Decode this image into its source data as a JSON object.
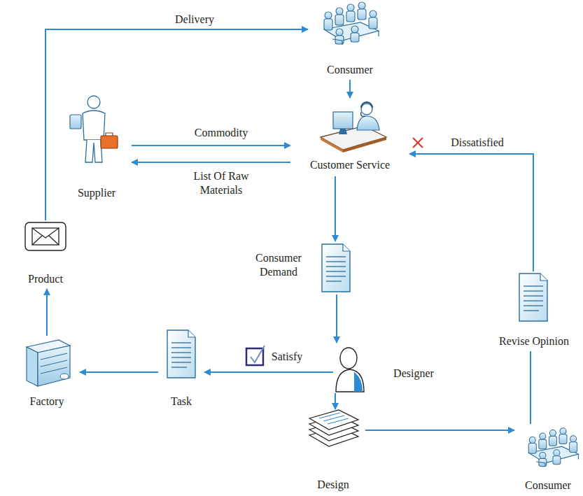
{
  "diagram": {
    "nodes": [
      {
        "text": [
          "Consumer"
        ]
      },
      {
        "text": [
          "Supplier"
        ]
      },
      {
        "text": [
          "Customer Service"
        ]
      },
      {
        "text": [
          "Product"
        ]
      },
      {
        "text": [
          "Consumer Demand"
        ]
      },
      {
        "text": [
          "Revise Opinion"
        ]
      },
      {
        "text": [
          "Designer"
        ]
      },
      {
        "text": [
          "Factory"
        ]
      },
      {
        "text": [
          "Task"
        ]
      },
      {
        "text": [
          "Design"
        ]
      },
      {
        "text": [
          "Consumer"
        ]
      }
    ],
    "edges": [
      {
        "from": 3,
        "to": 0,
        "label": "Delivery",
        "arrow": "to"
      },
      {
        "from": 0,
        "to": 2,
        "arrow": "to"
      },
      {
        "from": 1,
        "to": 2,
        "label": "Commodity",
        "arrow": "to"
      },
      {
        "from": 2,
        "to": 1,
        "label": "List Of Raw Materials",
        "arrow": "to"
      },
      {
        "from": 2,
        "to": 4,
        "arrow": "to"
      },
      {
        "from": 4,
        "to": 6,
        "arrow": "to"
      },
      {
        "from": 6,
        "to": 8,
        "label": "Satisfy",
        "arrow": "to"
      },
      {
        "from": 8,
        "to": 7,
        "arrow": "to"
      },
      {
        "from": 7,
        "to": 3,
        "arrow": "to"
      },
      {
        "from": 6,
        "to": 9,
        "arrow": "to"
      },
      {
        "from": 9,
        "to": 10,
        "arrow": "to"
      },
      {
        "from": 10,
        "to": 5,
        "arrow": "none"
      },
      {
        "from": 5,
        "to": 2,
        "label": "Dissatisfied",
        "arrow": "to"
      }
    ]
  }
}
